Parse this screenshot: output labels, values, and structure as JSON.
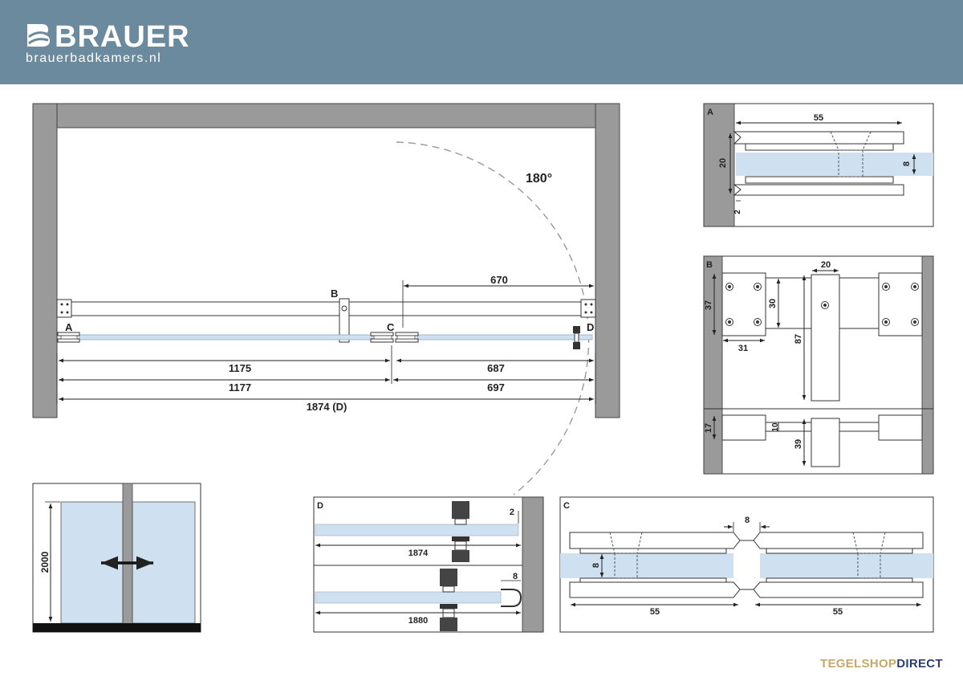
{
  "header": {
    "brand_name": "BRAUER",
    "brand_url": "brauerbadkamers.nl",
    "brand_color": "#6b8a9d"
  },
  "main_plan": {
    "angle_label": "180°",
    "point_a": "A",
    "point_b": "B",
    "point_c": "C",
    "point_d": "D",
    "dim_670": "670",
    "dim_1175": "1175",
    "dim_687": "687",
    "dim_1177": "1177",
    "dim_697": "697",
    "dim_1874d": "1874 (D)"
  },
  "elevation": {
    "height": "2000"
  },
  "detail_a": {
    "label": "A",
    "dim_55": "55",
    "dim_20": "20",
    "dim_8": "8",
    "dim_2": "2"
  },
  "detail_b": {
    "label": "B",
    "dim_20": "20",
    "dim_37": "37",
    "dim_30": "30",
    "dim_87": "87",
    "dim_31": "31",
    "dim_17": "17",
    "dim_10": "10",
    "dim_39": "39"
  },
  "detail_d": {
    "label": "D",
    "dim_2": "2",
    "dim_1874": "1874",
    "dim_8": "8",
    "dim_1880": "1880"
  },
  "detail_c": {
    "label": "C",
    "dim_8_top": "8",
    "dim_8_side": "8",
    "dim_55_left": "55",
    "dim_55_right": "55"
  },
  "footer": {
    "brand_part1": "TEGELSHOP",
    "brand_part2": "DIRECT"
  },
  "colors": {
    "wall": "#9a9a9a",
    "glass": "#cfe0f1",
    "footer_gold": "#c8a86a",
    "footer_navy": "#2c3e6e"
  }
}
